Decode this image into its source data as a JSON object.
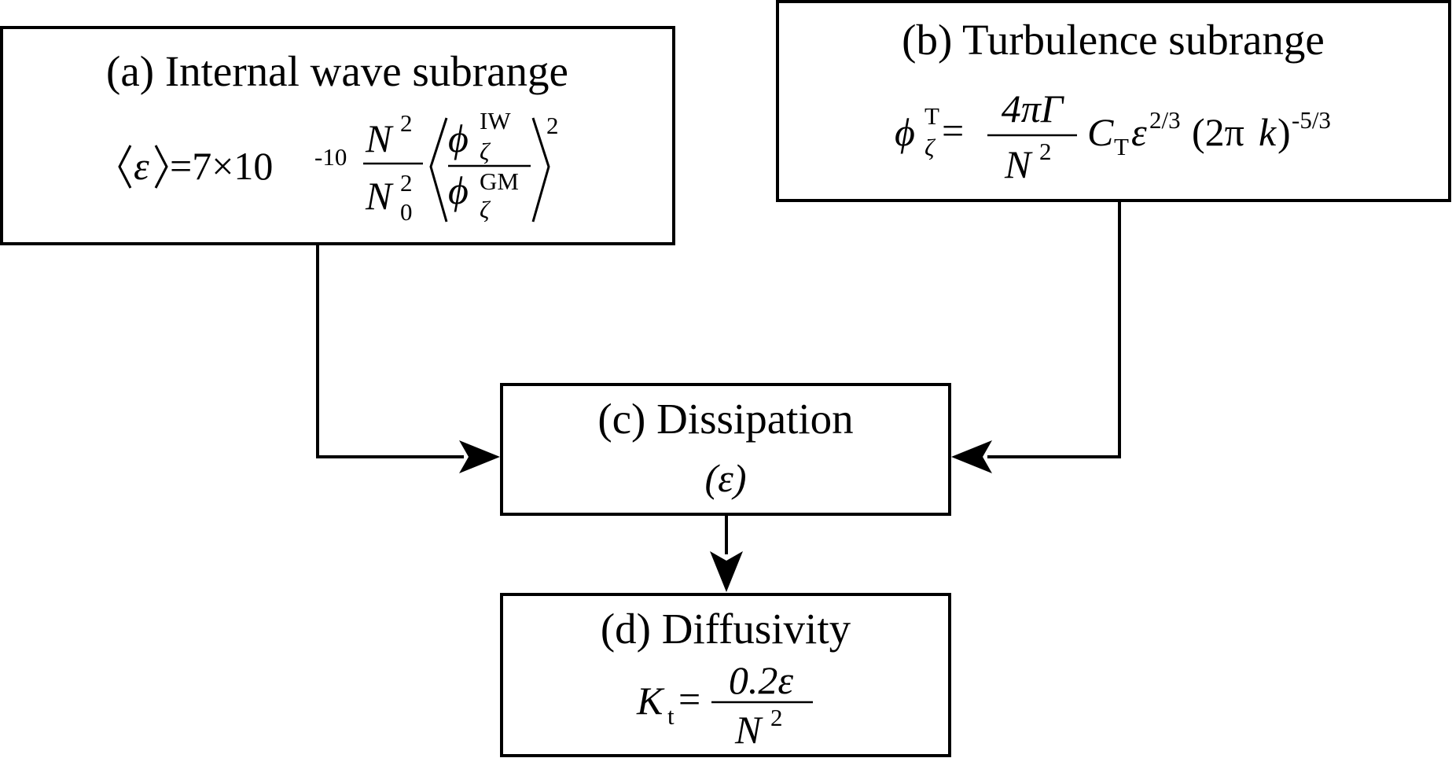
{
  "boxes": {
    "a": {
      "title": "(a) Internal wave subrange",
      "eq": {
        "lhs_var": "ε",
        "rhs_coef": "=7×10",
        "rhs_exp": "-10",
        "frac_num_base": "N",
        "frac_num_exp": "2",
        "frac_den_base": "N",
        "frac_den_sub": "0",
        "frac_den_exp": "2",
        "ratio_num_base": "ϕ",
        "ratio_num_sup": "IW",
        "ratio_num_sub": "ζ",
        "ratio_den_base": "ϕ",
        "ratio_den_sup": "GM",
        "ratio_den_sub": "ζ",
        "outer_exp": "2"
      }
    },
    "b": {
      "title": "(b) Turbulence subrange",
      "eq": {
        "lhs_base": "ϕ",
        "lhs_sup": "T",
        "lhs_sub": "ζ",
        "equals": "=",
        "frac_num": "4πΓ",
        "frac_den_base": "N",
        "frac_den_exp": "2",
        "C": "C",
        "C_sub": "T",
        "eps": "ε",
        "eps_exp": "2/3",
        "paren_open": "(2π",
        "k": "k",
        "paren_close": ")",
        "paren_exp": "-5/3"
      }
    },
    "c": {
      "title": "(c) Dissipation",
      "symbol": "(ε)"
    },
    "d": {
      "title": "(d) Diffusivity",
      "eq": {
        "lhs_base": "K",
        "lhs_sub": "t",
        "equals": "=",
        "frac_num": "0.2ε",
        "frac_den_base": "N",
        "frac_den_exp": "2"
      }
    }
  }
}
